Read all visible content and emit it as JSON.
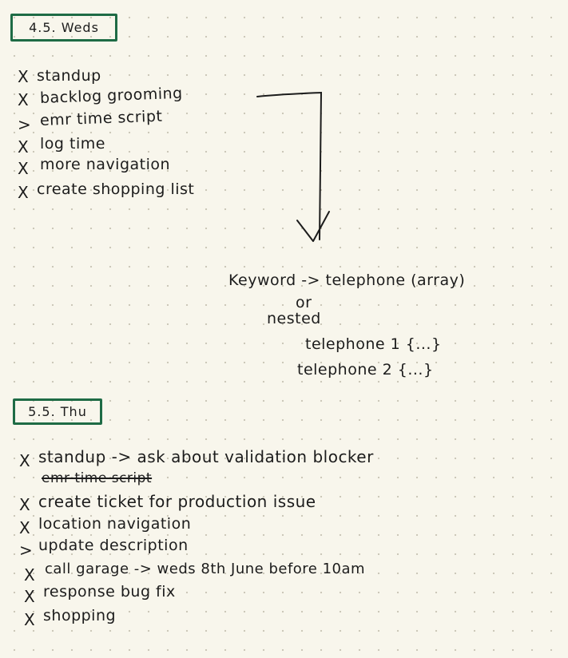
{
  "colors": {
    "paper": "#f8f6ec",
    "ink": "#1c1c1c",
    "box": "#1e6b45",
    "dot": "#c9c6b6"
  },
  "section1": {
    "date": "4.5. Weds",
    "items": [
      {
        "mark": "X",
        "text": "standup"
      },
      {
        "mark": "X",
        "text": "backlog grooming"
      },
      {
        "mark": ">",
        "text": "emr time script"
      },
      {
        "mark": "X",
        "text": "log time"
      },
      {
        "mark": "X",
        "text": "more navigation"
      },
      {
        "mark": "X",
        "text": "create shopping list"
      }
    ]
  },
  "notes": {
    "line1": "Keyword -> telephone (array)",
    "line2": "or",
    "line3": "nested",
    "line4": "telephone 1 {...}",
    "line5": "telephone 2 {...}"
  },
  "section2": {
    "date": "5.5. Thu",
    "items": [
      {
        "mark": "X",
        "text": "standup -> ask about validation blocker"
      },
      {
        "mark": "",
        "text": "emr time script"
      },
      {
        "mark": "X",
        "text": "create ticket for production issue"
      },
      {
        "mark": "X",
        "text": "location navigation"
      },
      {
        "mark": ">",
        "text": "update description"
      },
      {
        "mark": "X",
        "text": "call garage -> weds 8th June before 10am"
      },
      {
        "mark": "X",
        "text": "response bug fix"
      },
      {
        "mark": "X",
        "text": "shopping"
      }
    ]
  }
}
